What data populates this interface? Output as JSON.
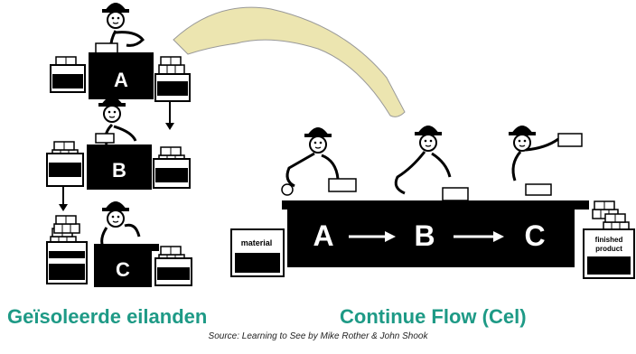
{
  "station_labels": [
    "A",
    "B",
    "C"
  ],
  "flow_label": {
    "a": "A",
    "b": "B",
    "c": "C"
  },
  "material_label": "material",
  "finished_label_line1": "finished",
  "finished_label_line2": "product",
  "captions": {
    "left": "Geïsoleerde eilanden",
    "right": "Continue Flow (Cel)"
  },
  "source": "Source: Learning to See by Mike Rother & John Shook",
  "colors": {
    "caption": "#1e9a86",
    "paper_arc": "#ece5b0",
    "ink": "#000000"
  }
}
